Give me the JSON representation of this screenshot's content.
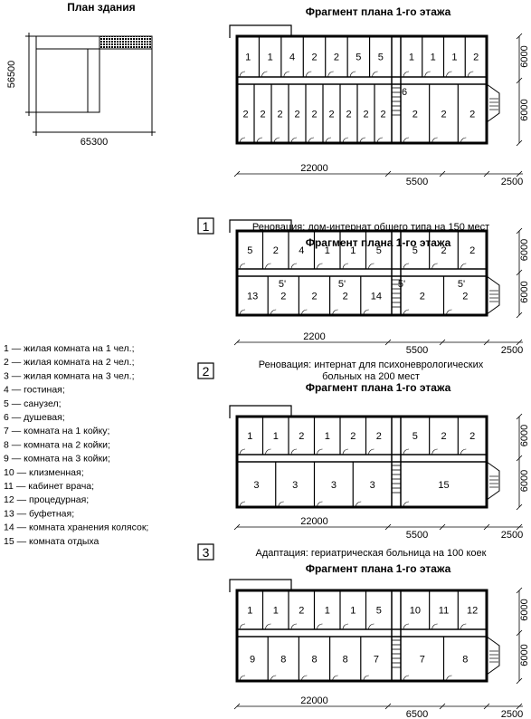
{
  "site_plan": {
    "title": "План здания",
    "dim_height": "56500",
    "dim_width": "65300"
  },
  "plan_title": "Фрагмент плана 1-го этажа",
  "plans": [
    {
      "badge": "",
      "caption": [],
      "top_rooms": [
        "1",
        "1",
        "4",
        "2",
        "2",
        "5",
        "5",
        "1",
        "1",
        "1",
        "2"
      ],
      "bottom_rooms": [
        "2",
        "2",
        "2",
        "2",
        "2",
        "2",
        "2",
        "2",
        "2",
        "2",
        "2",
        "2"
      ],
      "extra_rooms": [
        "6"
      ],
      "dim_left": "22000",
      "dim_mid": "5500",
      "dim_right": "2500",
      "dim_v_top": "6000",
      "dim_v_bottom": "6000"
    },
    {
      "badge": "1",
      "caption": [
        "Реновация: дом-интернат общего типа на 150 мест"
      ],
      "top_rooms": [
        "5",
        "2",
        "4",
        "1",
        "1",
        "5",
        "5",
        "2",
        "2"
      ],
      "bottom_rooms": [
        "13",
        "2",
        "2",
        "2",
        "14",
        "2",
        "2"
      ],
      "extra_rooms": [
        "5'",
        "5'",
        "5'",
        "5'"
      ],
      "dim_left": "2200",
      "dim_mid": "5500",
      "dim_right": "2500",
      "dim_v_top": "6000",
      "dim_v_bottom": "6000"
    },
    {
      "badge": "2",
      "caption": [
        "Реновация: интернат для психоневрологических",
        "больных на 200 мест"
      ],
      "top_rooms": [
        "1",
        "1",
        "2",
        "1",
        "2",
        "2",
        "5",
        "2",
        "2"
      ],
      "bottom_rooms": [
        "3",
        "3",
        "3",
        "3",
        "15"
      ],
      "extra_rooms": [],
      "dim_left": "22000",
      "dim_mid": "5500",
      "dim_right": "2500",
      "dim_v_top": "6000",
      "dim_v_bottom": "6000"
    },
    {
      "badge": "3",
      "caption": [
        "Адаптация: гериатрическая больница на 100 коек"
      ],
      "top_rooms": [
        "1",
        "1",
        "2",
        "1",
        "1",
        "5",
        "10",
        "11",
        "12"
      ],
      "bottom_rooms": [
        "9",
        "8",
        "8",
        "8",
        "7",
        "7",
        "8"
      ],
      "extra_rooms": [],
      "dim_left": "22000",
      "dim_mid": "6500",
      "dim_right": "2500",
      "dim_v_top": "6000",
      "dim_v_bottom": "6000"
    }
  ],
  "legend": [
    "1 — жилая комната на 1 чел.;",
    "2 — жилая комната на 2 чел.;",
    "3 — жилая комната на 3 чел.;",
    "4 — гостиная;",
    "5 — санузел;",
    "6 — душевая;",
    "7 — комната на 1 койку;",
    "8 — комната на 2 койки;",
    "9 — комната на 3 койки;",
    "10 — клизменная;",
    "11 — кабинет врача;",
    "12 — процедурная;",
    "13 — буфетная;",
    "14 — комната хранения колясок;",
    "15 — комната отдыха"
  ]
}
